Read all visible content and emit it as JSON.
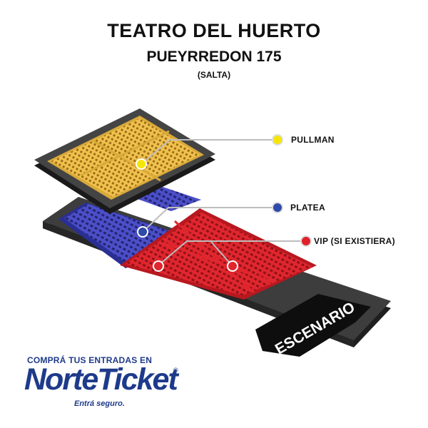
{
  "header": {
    "title": "TEATRO DEL HUERTO",
    "subtitle": "PUEYRREDON 175",
    "city": "(SALTA)"
  },
  "stage": {
    "label": "ESCENARIO"
  },
  "legend": [
    {
      "id": "pullman",
      "label": "PULLMAN",
      "color": "#f5d90a"
    },
    {
      "id": "platea",
      "label": "PLATEA",
      "color": "#2f4aa8"
    },
    {
      "id": "vip",
      "label": "VIP (SI EXISTIERA)",
      "color": "#e0202a"
    }
  ],
  "sections": {
    "pullman_color": "#e8b63c",
    "platea_color": "#3b3fb0",
    "vip_color": "#e0262e",
    "platform_color": "#3a3a3a",
    "stage_color": "#111111"
  },
  "brand": {
    "tagline": "COMPRÁ TUS ENTRADAS EN",
    "name": "NorteTicket",
    "slogan": "Entrá seguro.",
    "mark": "©",
    "color": "#1e3a8a"
  }
}
